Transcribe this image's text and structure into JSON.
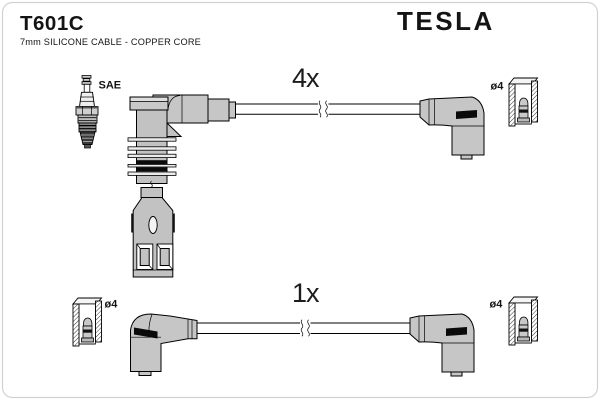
{
  "header": {
    "part_number": "T601C",
    "subtitle": "7mm SILICONE CABLE - COPPER CORE",
    "brand": "TESLA"
  },
  "diagram": {
    "top_assembly": {
      "quantity_label": "4x",
      "plug_standard_label": "SAE",
      "terminal_diameter_label": "ø4"
    },
    "bottom_assembly": {
      "quantity_label": "1x",
      "terminal_diameter_left_label": "ø4",
      "terminal_diameter_right_label": "ø4"
    }
  },
  "colors": {
    "brand_gray": "#a2a2a2",
    "connector_gray": "#c6c6c6",
    "outline_black": "#000000",
    "band_black": "#0a0a0a",
    "border_gray": "#d2d2d2"
  }
}
